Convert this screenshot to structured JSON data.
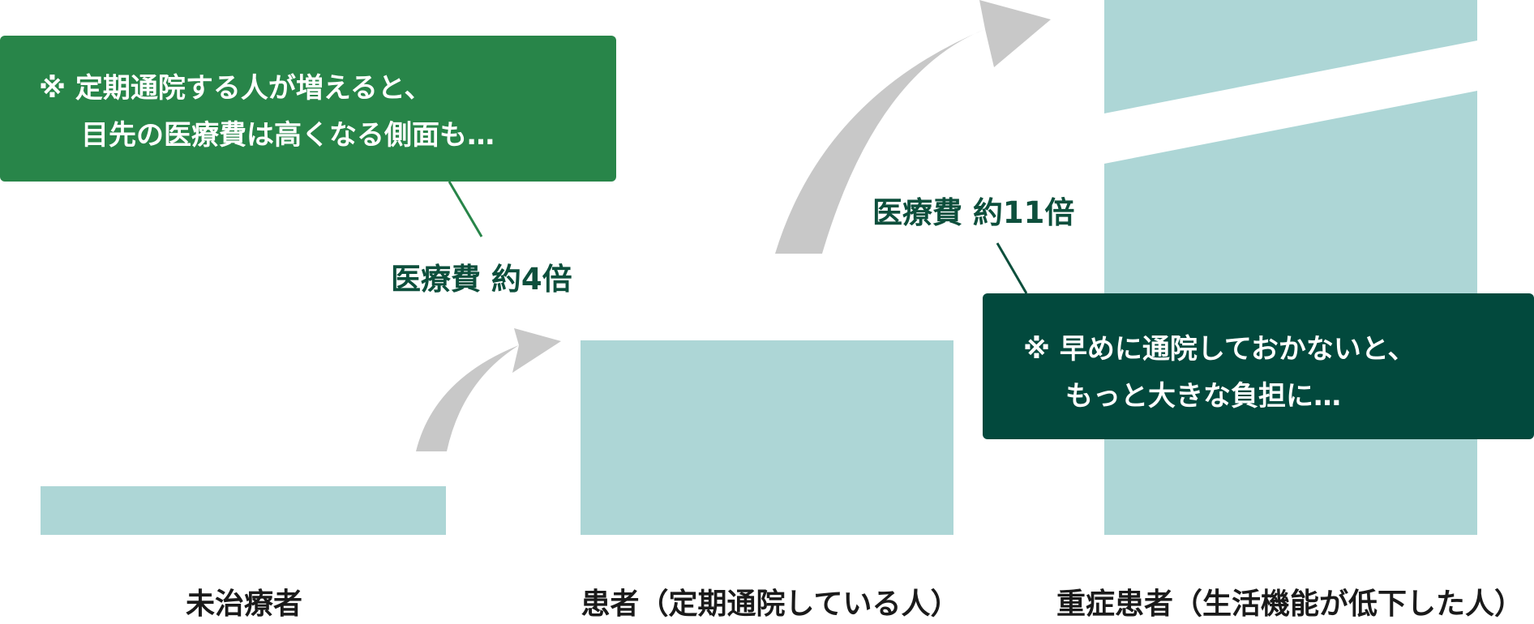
{
  "colors": {
    "bar": "#add6d6",
    "arrow": "#c8c8c8",
    "callout_green": "#288549",
    "callout_dark": "#02493d",
    "value_text": "#0d4f3c",
    "connector_green": "#288549",
    "connector_dark": "#0d4f3c"
  },
  "chart_data": {
    "type": "bar",
    "categories": [
      "未治療者",
      "患者（定期通院している人）",
      "重症患者（生活機能が低下した人）"
    ],
    "values": [
      1,
      4,
      11
    ],
    "axis_break": {
      "category": "重症患者（生活機能が低下した人）"
    },
    "annotations": [
      {
        "category": "患者（定期通院している人）",
        "text": "医療費 約4倍"
      },
      {
        "category": "重症患者（生活機能が低下した人）",
        "text": "医療費 約11倍"
      }
    ],
    "grid": false,
    "legend": "none"
  },
  "callouts": {
    "green": {
      "line1": "※ 定期通院する人が増えると、",
      "line2": "目先の医療費は高くなる側面も…"
    },
    "dark": {
      "line1": "※ 早めに通院しておかないと、",
      "line2": "もっと大きな負担に…"
    }
  }
}
